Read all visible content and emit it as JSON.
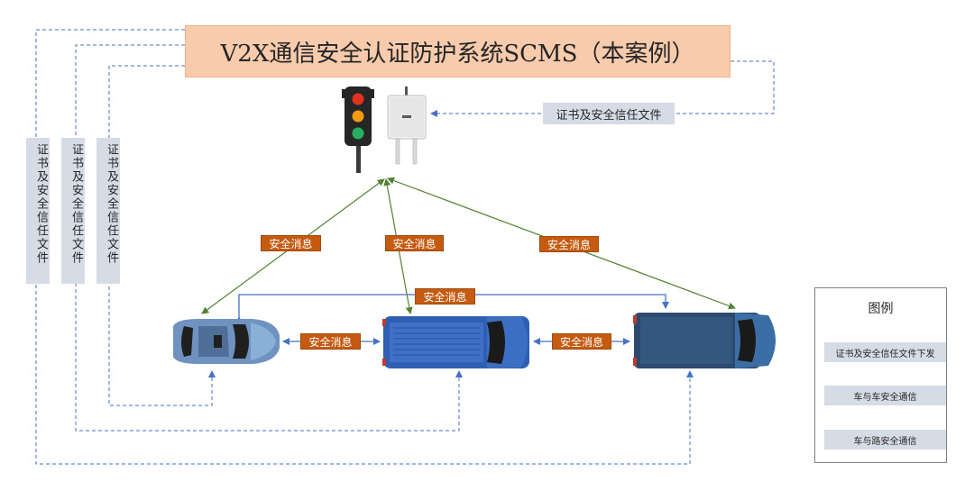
{
  "title": "V2X通信安全认证防护系统SCMS（本案例）",
  "cert_doc_label": "证书及安全信任文件",
  "vertical_labels": [
    "证书及安全信任文件",
    "证书及安全信任文件",
    "证书及安全信任文件"
  ],
  "messages": {
    "rsu_left": "安全消息",
    "rsu_mid": "安全消息",
    "rsu_right": "安全消息",
    "car_top": "安全消息",
    "car_left_mid": "安全消息",
    "car_mid_right": "安全消息"
  },
  "legend": {
    "title": "图例",
    "items": [
      {
        "label": "证书及安全信任文件下发",
        "style": "dashed",
        "color": "#4472c4"
      },
      {
        "label": "车与车安全通信",
        "style": "solid",
        "color": "#4472c4"
      },
      {
        "label": "车与路安全通信",
        "style": "solid",
        "color": "#70ad47"
      }
    ]
  },
  "colors": {
    "title_fill": "#f8cbad",
    "label_fill": "#d6dce5",
    "message_fill": "#c55a11",
    "v2v_line": "#4472c4",
    "v2i_line": "#548235",
    "cert_line": "#4472c4"
  },
  "icons": [
    "traffic-light-icon",
    "roadside-unit-icon",
    "sedan-car-icon",
    "van-blue-icon",
    "van-dark-icon"
  ]
}
